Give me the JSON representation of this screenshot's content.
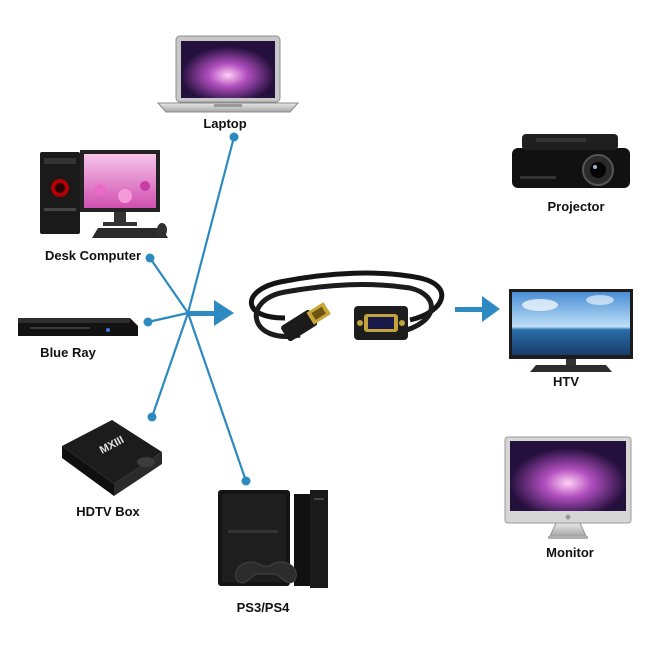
{
  "diagram": {
    "accent_color": "#2d8ac0",
    "sources": [
      {
        "label": "Laptop",
        "icon": "laptop-icon"
      },
      {
        "label": "Desk Computer",
        "icon": "desktop-computer-icon"
      },
      {
        "label": "Blue Ray",
        "icon": "blu-ray-player-icon"
      },
      {
        "label": "HDTV Box",
        "icon": "tv-box-icon"
      },
      {
        "label": "PS3/PS4",
        "icon": "game-console-icon"
      }
    ],
    "center": {
      "icon": "hdmi-to-vga-cable-icon",
      "box_text": "MXIII"
    },
    "outputs": [
      {
        "label": "Projector",
        "icon": "projector-icon"
      },
      {
        "label": "HTV",
        "icon": "tv-icon"
      },
      {
        "label": "Monitor",
        "icon": "monitor-icon"
      }
    ]
  }
}
